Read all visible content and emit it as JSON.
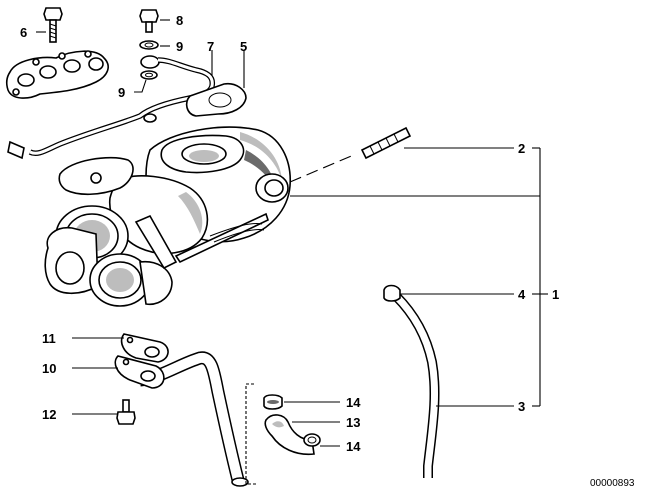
{
  "diagram": {
    "callouts": {
      "c1": "1",
      "c2": "2",
      "c3": "3",
      "c4": "4",
      "c5": "5",
      "c6": "6",
      "c7": "7",
      "c8": "8",
      "c9a": "9",
      "c9b": "9",
      "c10": "10",
      "c11": "11",
      "c12": "12",
      "c13": "13",
      "c14a": "14",
      "c14b": "14"
    },
    "image_number": "00000893"
  }
}
